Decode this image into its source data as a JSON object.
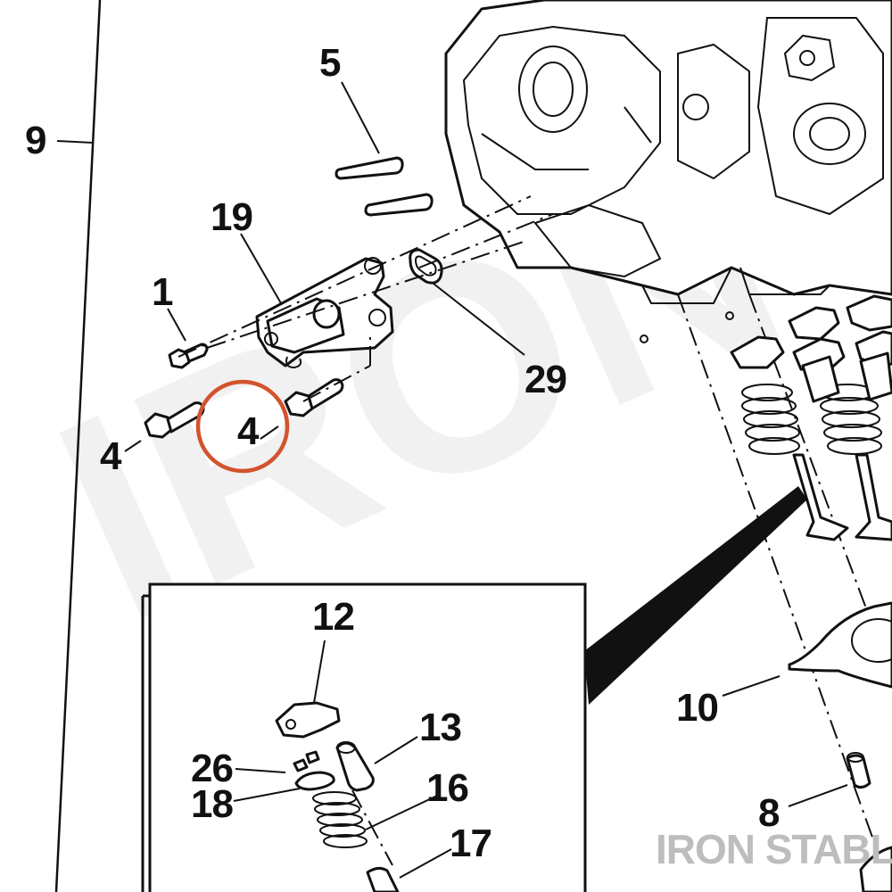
{
  "diagram": {
    "callouts": {
      "c9": "9",
      "c5": "5",
      "c19": "19",
      "c1": "1",
      "c29": "29",
      "c4a": "4",
      "c4b": "4",
      "c12": "12",
      "c13": "13",
      "c26": "26",
      "c18": "18",
      "c16": "16",
      "c17": "17",
      "c10": "10",
      "c8": "8"
    },
    "highlight_color": "#d2532d",
    "line_color": "#111111"
  },
  "watermark": {
    "corner_text": "IRON STABLE",
    "background_text": "IRON"
  }
}
